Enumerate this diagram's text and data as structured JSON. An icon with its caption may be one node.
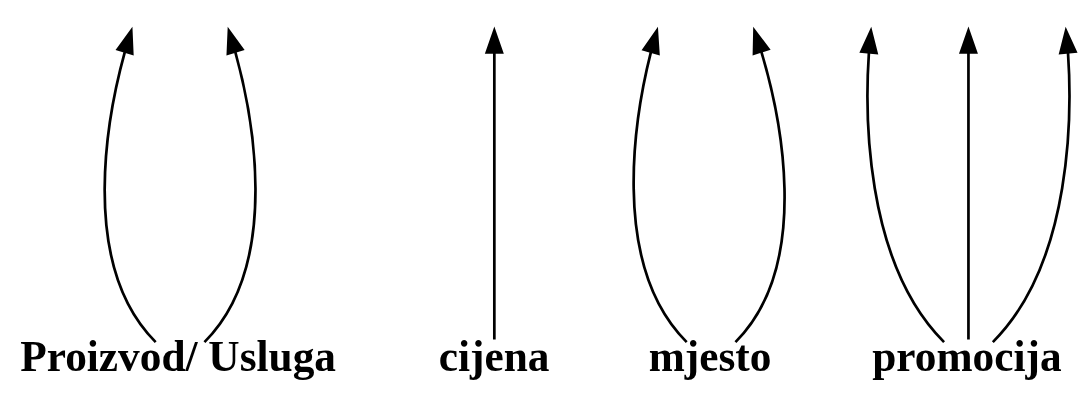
{
  "diagram": {
    "nodes": [
      {
        "text": [
          "Proizvod/ Usluga"
        ]
      },
      {
        "text": [
          "cijena"
        ]
      },
      {
        "text": [
          "mjesto"
        ]
      },
      {
        "text": [
          "promocija"
        ]
      }
    ],
    "edges": [
      {
        "from": 0,
        "to": null,
        "arrow": "to"
      },
      {
        "from": 0,
        "to": null,
        "arrow": "to"
      },
      {
        "from": 1,
        "to": null,
        "arrow": "to"
      },
      {
        "from": 2,
        "to": null,
        "arrow": "to"
      },
      {
        "from": 2,
        "to": null,
        "arrow": "to"
      },
      {
        "from": 3,
        "to": null,
        "arrow": "to"
      },
      {
        "from": 3,
        "to": null,
        "arrow": "to"
      },
      {
        "from": 3,
        "to": null,
        "arrow": "to"
      }
    ]
  }
}
